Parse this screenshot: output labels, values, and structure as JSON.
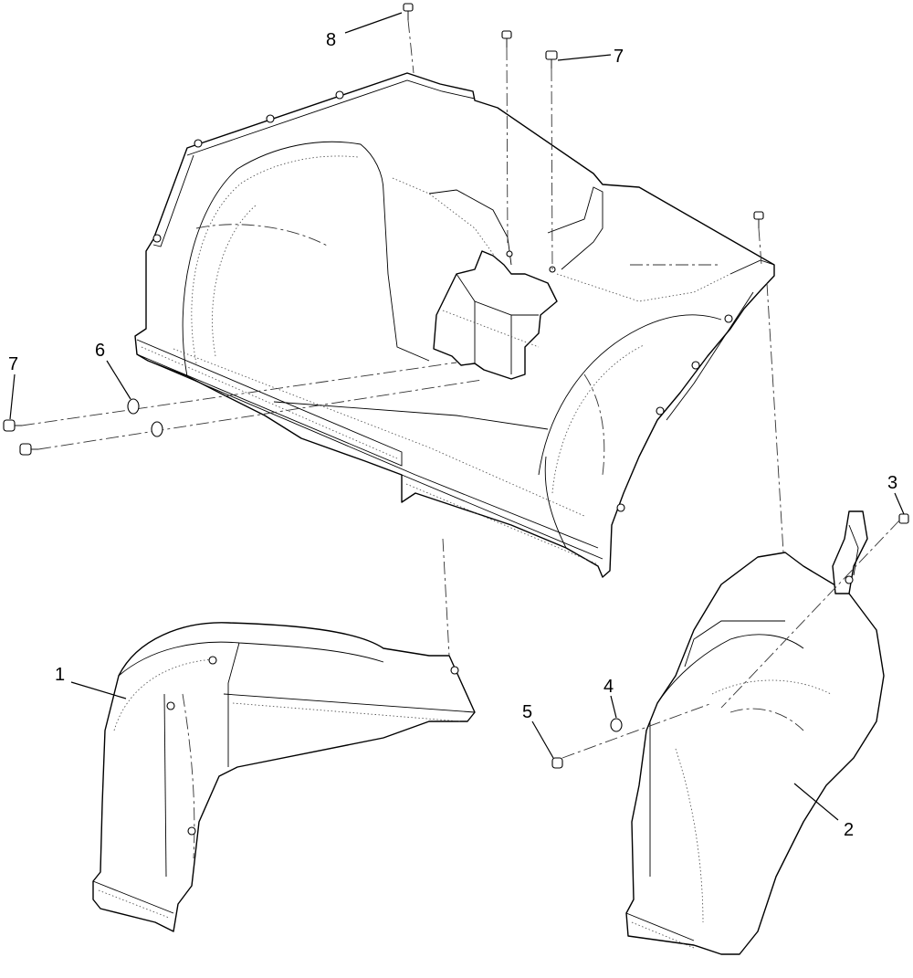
{
  "callouts": [
    {
      "id": "callout-1",
      "label": "1"
    },
    {
      "id": "callout-2",
      "label": "2"
    },
    {
      "id": "callout-3",
      "label": "3"
    },
    {
      "id": "callout-4",
      "label": "4"
    },
    {
      "id": "callout-5",
      "label": "5"
    },
    {
      "id": "callout-6",
      "label": "6"
    },
    {
      "id": "callout-7-left",
      "label": "7"
    },
    {
      "id": "callout-7-top",
      "label": "7"
    },
    {
      "id": "callout-8",
      "label": "8"
    }
  ]
}
